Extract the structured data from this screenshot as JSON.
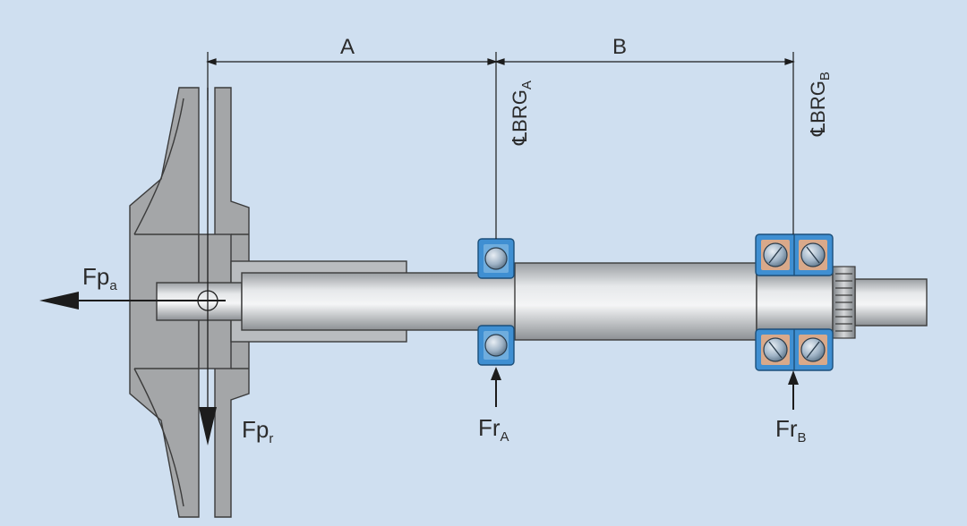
{
  "dimensions": {
    "a_label": "A",
    "b_label": "B"
  },
  "centerlines": {
    "bearing_a": {
      "symbol": "℄",
      "main": "BRG",
      "sub": "A"
    },
    "bearing_b": {
      "symbol": "℄",
      "main": "BRG",
      "sub": "B"
    }
  },
  "forces": {
    "fp_axial": {
      "main": "Fp",
      "sub": "a"
    },
    "fp_radial": {
      "main": "Fp",
      "sub": "r"
    },
    "fr_a": {
      "main": "Fr",
      "sub": "A"
    },
    "fr_b": {
      "main": "Fr",
      "sub": "B"
    }
  },
  "colors": {
    "background": "#cfdff0",
    "impeller": "#a4a6a8",
    "shaft": "#cdd0d2",
    "bearing_ring": "#3f8fd2",
    "ball": "#8ea7bd",
    "line": "#1c1c1c",
    "cage": "#d9a98a"
  }
}
